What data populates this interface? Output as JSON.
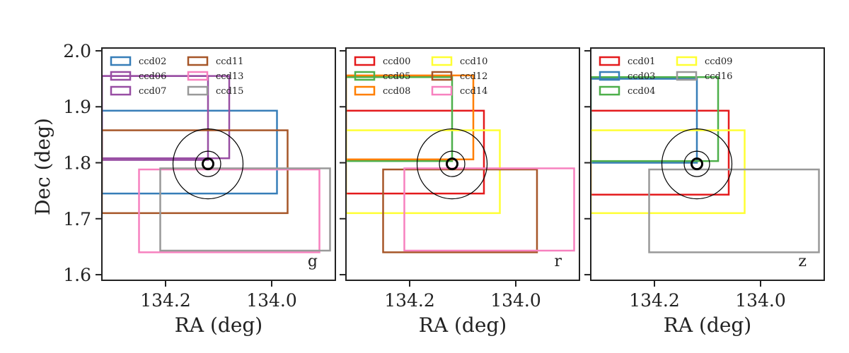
{
  "chart_data": {
    "type": "line",
    "ylabel": "Dec (deg)",
    "xlabel": "RA (deg)",
    "xlim": [
      134.32,
      133.88
    ],
    "ylim": [
      1.59,
      2.005
    ],
    "x_ticks": [
      134.2,
      134.0
    ],
    "x_tick_labels": [
      "134.2",
      "134.0"
    ],
    "y_ticks": [
      1.6,
      1.7,
      1.8,
      1.9,
      2.0
    ],
    "y_tick_labels": [
      "1.6",
      "1.7",
      "1.8",
      "1.9",
      "2.0"
    ],
    "target": {
      "ra": 134.12,
      "dec": 1.798,
      "radii_deg": [
        0.01,
        0.024,
        0.066
      ]
    },
    "panels": [
      {
        "band": "g",
        "legend": [
          {
            "name": "ccd02",
            "color": "#377eb8"
          },
          {
            "name": "ccd06",
            "color": "#984ea3"
          },
          {
            "name": "ccd07",
            "color": "#984ea3"
          },
          {
            "name": "ccd11",
            "color": "#a65628"
          },
          {
            "name": "ccd13",
            "color": "#f781bf"
          },
          {
            "name": "ccd15",
            "color": "#999999"
          }
        ],
        "ccds": [
          {
            "name": "ccd02",
            "color": "#377eb8",
            "ra": [
              133.99,
              134.32
            ],
            "dec": [
              1.745,
              1.893
            ]
          },
          {
            "name": "ccd06",
            "color": "#984ea3",
            "ra": [
              134.12,
              134.32
            ],
            "dec": [
              1.805,
              1.955
            ]
          },
          {
            "name": "ccd07",
            "color": "#984ea3",
            "ra": [
              134.08,
              134.32
            ],
            "dec": [
              1.808,
              1.955
            ]
          },
          {
            "name": "ccd11",
            "color": "#a65628",
            "ra": [
              133.97,
              134.32
            ],
            "dec": [
              1.71,
              1.858
            ]
          },
          {
            "name": "ccd13",
            "color": "#f781bf",
            "ra": [
              133.91,
              134.25
            ],
            "dec": [
              1.64,
              1.788
            ]
          },
          {
            "name": "ccd15",
            "color": "#999999",
            "ra": [
              133.89,
              134.21
            ],
            "dec": [
              1.643,
              1.79
            ]
          }
        ]
      },
      {
        "band": "r",
        "legend": [
          {
            "name": "ccd00",
            "color": "#e41a1c"
          },
          {
            "name": "ccd05",
            "color": "#4daf4a"
          },
          {
            "name": "ccd08",
            "color": "#ff7f00"
          },
          {
            "name": "ccd10",
            "color": "#ffff33"
          },
          {
            "name": "ccd12",
            "color": "#a65628"
          },
          {
            "name": "ccd14",
            "color": "#f781bf"
          }
        ],
        "ccds": [
          {
            "name": "ccd00",
            "color": "#e41a1c",
            "ra": [
              134.06,
              134.32
            ],
            "dec": [
              1.745,
              1.893
            ]
          },
          {
            "name": "ccd05",
            "color": "#4daf4a",
            "ra": [
              134.12,
              134.32
            ],
            "dec": [
              1.803,
              1.953
            ]
          },
          {
            "name": "ccd08",
            "color": "#ff7f00",
            "ra": [
              134.08,
              134.32
            ],
            "dec": [
              1.806,
              1.956
            ]
          },
          {
            "name": "ccd10",
            "color": "#ffff33",
            "ra": [
              134.03,
              134.32
            ],
            "dec": [
              1.71,
              1.858
            ]
          },
          {
            "name": "ccd12",
            "color": "#a65628",
            "ra": [
              133.96,
              134.25
            ],
            "dec": [
              1.64,
              1.788
            ]
          },
          {
            "name": "ccd14",
            "color": "#f781bf",
            "ra": [
              133.89,
              134.21
            ],
            "dec": [
              1.643,
              1.79
            ]
          }
        ]
      },
      {
        "band": "z",
        "legend": [
          {
            "name": "ccd01",
            "color": "#e41a1c"
          },
          {
            "name": "ccd03",
            "color": "#377eb8"
          },
          {
            "name": "ccd04",
            "color": "#4daf4a"
          },
          {
            "name": "ccd09",
            "color": "#ffff33"
          },
          {
            "name": "ccd16",
            "color": "#999999"
          }
        ],
        "ccds": [
          {
            "name": "ccd01",
            "color": "#e41a1c",
            "ra": [
              134.06,
              134.32
            ],
            "dec": [
              1.743,
              1.893
            ]
          },
          {
            "name": "ccd03",
            "color": "#377eb8",
            "ra": [
              134.12,
              134.32
            ],
            "dec": [
              1.8,
              1.95
            ]
          },
          {
            "name": "ccd04",
            "color": "#4daf4a",
            "ra": [
              134.08,
              134.32
            ],
            "dec": [
              1.803,
              1.953
            ]
          },
          {
            "name": "ccd09",
            "color": "#ffff33",
            "ra": [
              134.03,
              134.32
            ],
            "dec": [
              1.71,
              1.858
            ]
          },
          {
            "name": "ccd16",
            "color": "#999999",
            "ra": [
              133.89,
              134.21
            ],
            "dec": [
              1.64,
              1.788
            ]
          }
        ]
      }
    ]
  }
}
